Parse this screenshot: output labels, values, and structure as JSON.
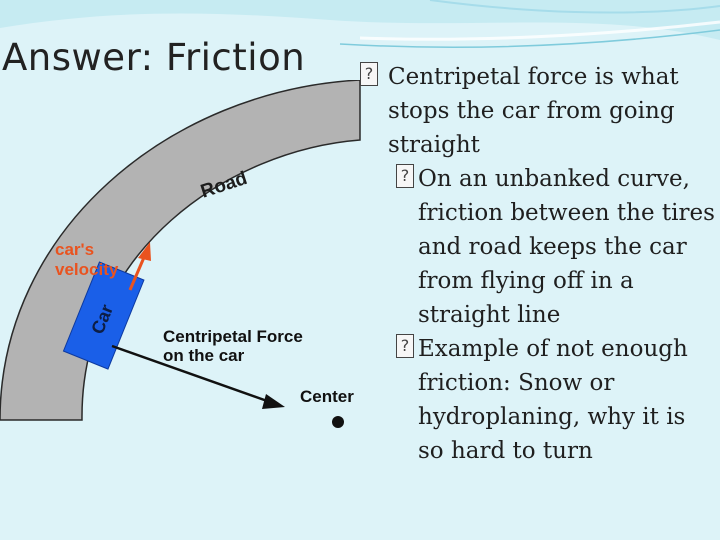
{
  "slide": {
    "title": "Answer: Friction",
    "bullet_marker": "?",
    "bullets": [
      {
        "level": 1,
        "text": "Centripetal force is what stops the car from going straight"
      },
      {
        "level": 2,
        "text": "On an unbanked curve, friction between the tires and road keeps the car from flying off in a straight line"
      },
      {
        "level": 2,
        "text": "Example of not enough friction: Snow or hydroplaning, why it is so hard to turn"
      }
    ]
  },
  "diagram": {
    "road_label": "Road",
    "car_label": "Car",
    "velocity_label_line1": "car's",
    "velocity_label_line2": "velocity",
    "force_label_line1": "Centripetal Force",
    "force_label_line2": "on the car",
    "center_label": "Center"
  },
  "colors": {
    "background": "#ddf3f8",
    "road": "#b3b3b3",
    "car": "#1a5fe8",
    "velocity": "#e9531f"
  }
}
